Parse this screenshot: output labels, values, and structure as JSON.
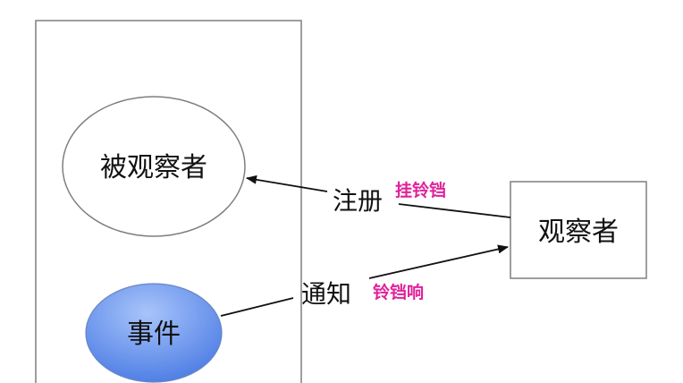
{
  "diagram": {
    "nodes": {
      "observed": {
        "label": "被观察者"
      },
      "event": {
        "label": "事件"
      },
      "observer": {
        "label": "观察者"
      }
    },
    "edges": {
      "register": {
        "label": "注册",
        "note": "挂铃铛"
      },
      "notify": {
        "label": "通知",
        "note": "铃铛响"
      }
    },
    "colors": {
      "note": "#e0219a",
      "event_fill_top": "#9fbdf7",
      "event_fill_bottom": "#4b7ee6",
      "stroke": "#808080",
      "line": "#111111"
    }
  }
}
